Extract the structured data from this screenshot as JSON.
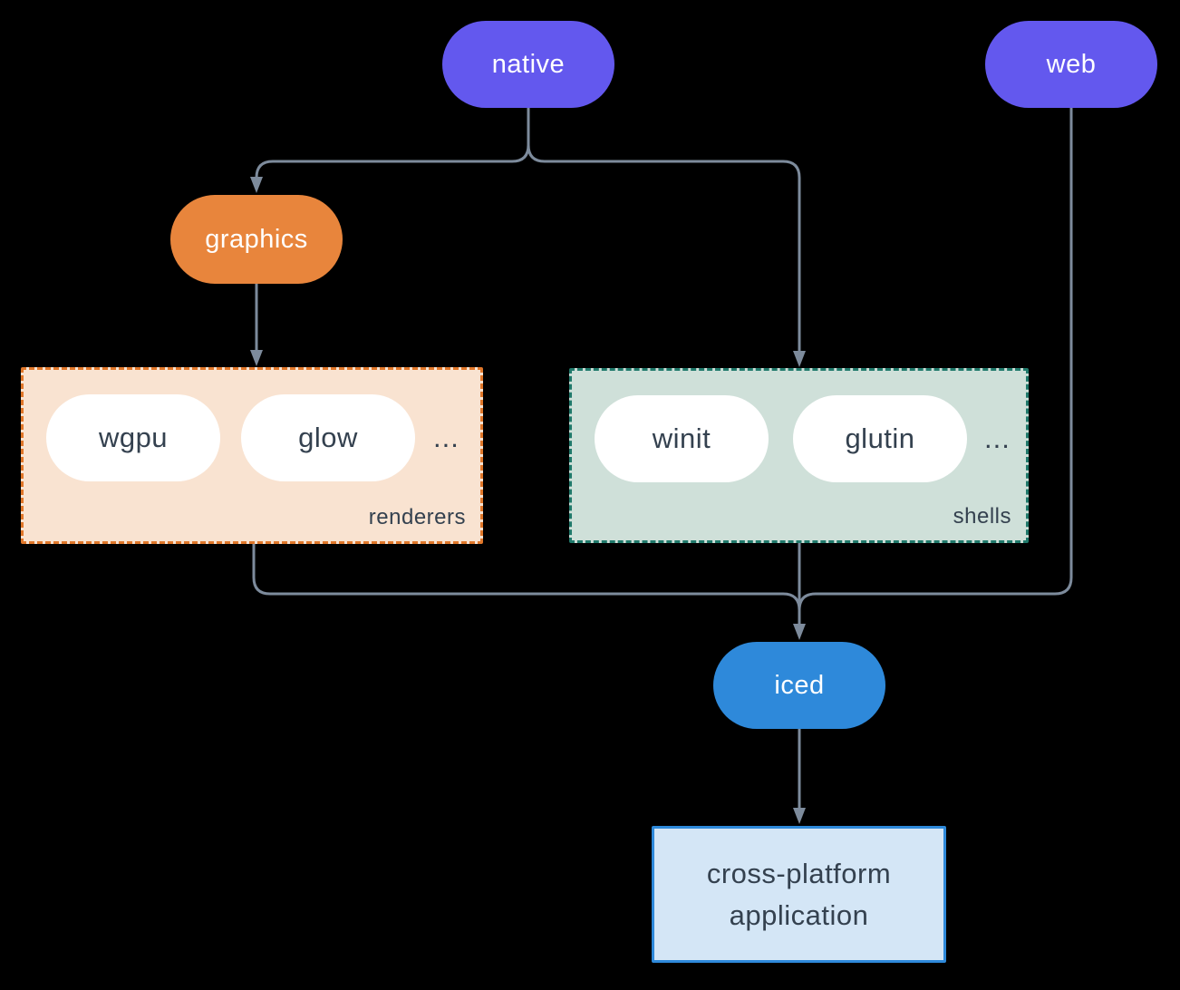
{
  "diagram": {
    "background_color": "#000000",
    "wire_color": "#7d8b9c",
    "nodes": {
      "native": {
        "label": "native",
        "color": "#6358ee"
      },
      "web": {
        "label": "web",
        "color": "#6358ee"
      },
      "graphics": {
        "label": "graphics",
        "color": "#e8853c"
      },
      "iced": {
        "label": "iced",
        "color": "#2e89da"
      },
      "app": {
        "line1": "cross-platform",
        "line2": "application",
        "fill": "#d4e6f6",
        "border": "#2e89da"
      }
    },
    "groups": {
      "renderers": {
        "label": "renderers",
        "fill": "#f9e3d1",
        "border": "#e0772a",
        "items": [
          "wgpu",
          "glow"
        ],
        "ellipsis": "..."
      },
      "shells": {
        "label": "shells",
        "fill": "#cfe0d9",
        "border": "#20796b",
        "items": [
          "winit",
          "glutin"
        ],
        "ellipsis": "..."
      }
    },
    "edges": [
      {
        "from": "native",
        "to": "graphics"
      },
      {
        "from": "native",
        "to": "shells"
      },
      {
        "from": "graphics",
        "to": "renderers"
      },
      {
        "from": "renderers",
        "to": "iced"
      },
      {
        "from": "shells",
        "to": "iced"
      },
      {
        "from": "web",
        "to": "iced"
      },
      {
        "from": "iced",
        "to": "app"
      }
    ]
  }
}
